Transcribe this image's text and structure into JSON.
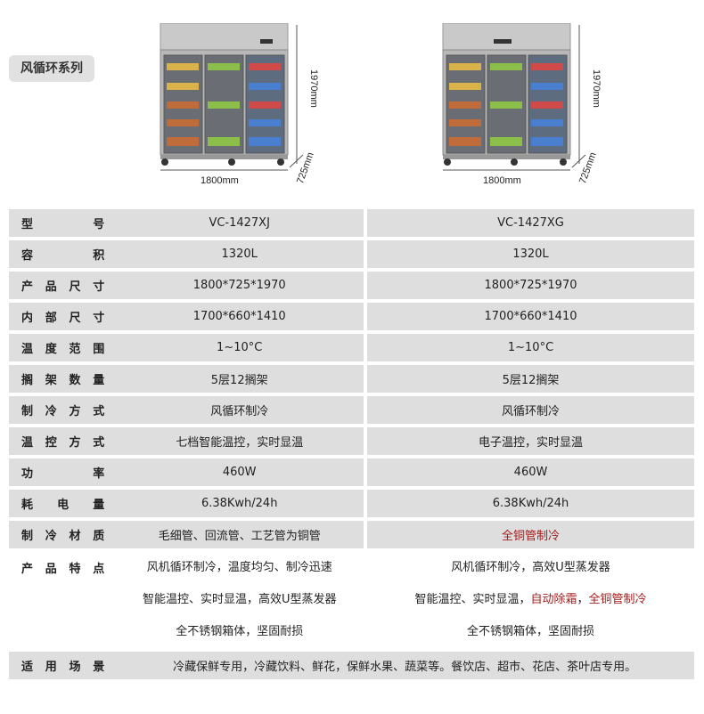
{
  "series_label": "风循环系列",
  "products": [
    {
      "width_label": "1800mm",
      "height_label": "1970mm",
      "depth_label": "725mm"
    },
    {
      "width_label": "1800mm",
      "height_label": "1970mm",
      "depth_label": "725mm"
    }
  ],
  "specs": {
    "model": {
      "label": "型号",
      "a": "VC-1427XJ",
      "b": "VC-1427XG"
    },
    "volume": {
      "label": "容积",
      "a": "1320L",
      "b": "1320L"
    },
    "size": {
      "label": "产品尺寸",
      "a": "1800*725*1970",
      "b": "1800*725*1970"
    },
    "inner_size": {
      "label": "内部尺寸",
      "a": "1700*660*1410",
      "b": "1700*660*1410"
    },
    "temp_range": {
      "label": "温度范围",
      "a": "1~10°C",
      "b": "1~10°C"
    },
    "shelves": {
      "label": "搁架数量",
      "a": "5层12搁架",
      "b": "5层12搁架"
    },
    "cooling": {
      "label": "制冷方式",
      "a": "风循环制冷",
      "b": "风循环制冷"
    },
    "temp_control": {
      "label": "温控方式",
      "a": "七档智能温控，实时显温",
      "b": "电子温控，实时显温"
    },
    "power": {
      "label": "功率",
      "a": "460W",
      "b": "460W"
    },
    "consumption": {
      "label": "耗电量",
      "a": "6.38Kwh/24h",
      "b": "6.38Kwh/24h"
    },
    "material": {
      "label": "制冷材质",
      "a": "毛细管、回流管、工艺管为铜管",
      "b": "全铜管制冷"
    },
    "features": {
      "label": "产品特点",
      "a": [
        "风机循环制冷，温度均匀、制冷迅速",
        "智能温控、实时显温，高效U型蒸发器",
        "全不锈钢箱体，坚固耐损"
      ],
      "b_line1": "风机循环制冷，高效U型蒸发器",
      "b_line2_plain": "智能温控、实时显温，",
      "b_line2_red1": "自动除霜",
      "b_line2_sep": "，",
      "b_line2_red2": "全铜管制冷",
      "b_line3": "全不锈钢箱体，坚固耐损"
    },
    "usage": {
      "label": "适用场景",
      "text": "冷藏保鲜专用，冷藏饮料、鲜花，保鲜水果、蔬菜等。餐饮店、超市、花店、茶叶店专用。"
    }
  },
  "colors": {
    "row_gray": "#dedede",
    "accent_red": "#a31c1c"
  }
}
